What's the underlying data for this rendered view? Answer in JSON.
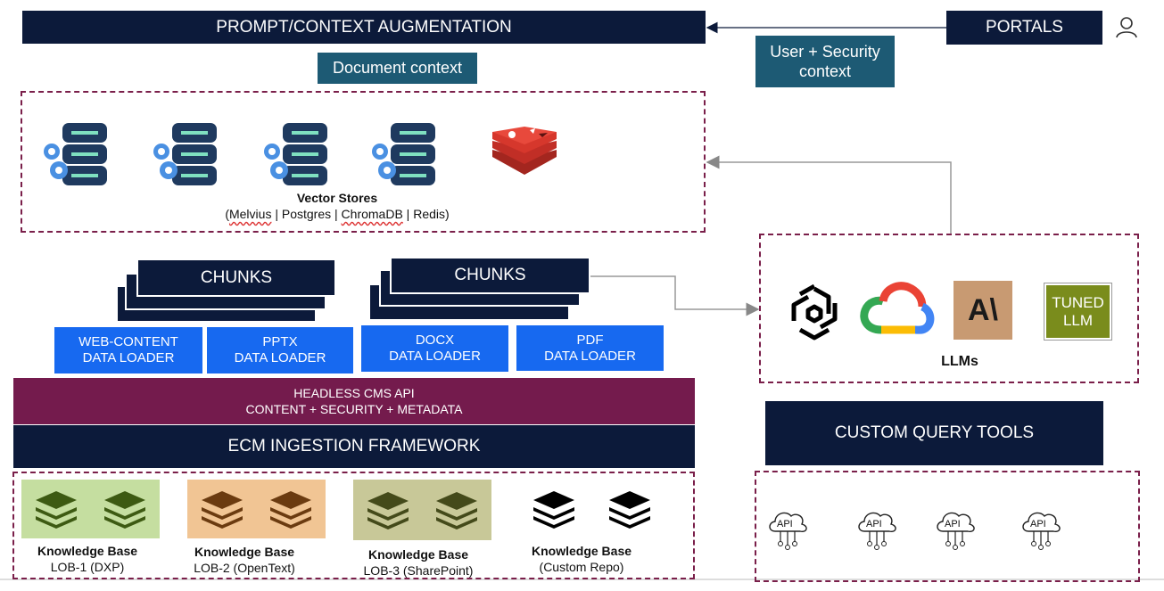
{
  "top": {
    "prompt_bar": "PROMPT/CONTEXT AUGMENTATION",
    "portals": "PORTALS",
    "user_security_line1": "User + Security",
    "user_security_line2": "context",
    "document_context": "Document context"
  },
  "vector_stores": {
    "title": "Vector Stores",
    "subtitle_open": "(",
    "subtitle_items": [
      "Melvius",
      " | Postgres | ",
      "ChromaDB",
      " | Redis)"
    ]
  },
  "chunks": [
    "CHUNKS",
    "CHUNKS"
  ],
  "loaders": [
    {
      "line1": "WEB-CONTENT",
      "line2": "DATA LOADER"
    },
    {
      "line1": "PPTX",
      "line2": "DATA LOADER"
    },
    {
      "line1": "DOCX",
      "line2": "DATA LOADER"
    },
    {
      "line1": "PDF",
      "line2": "DATA LOADER"
    }
  ],
  "cms": {
    "line1": "HEADLESS CMS API",
    "line2": "CONTENT + SECURITY + METADATA"
  },
  "ecm": "ECM INGESTION FRAMEWORK",
  "knowledge_bases": [
    {
      "title": "Knowledge Base",
      "sub": "LOB-1 (DXP)",
      "color": "#c5dea0",
      "icon_color": "#3d5a12"
    },
    {
      "title": "Knowledge Base",
      "sub": "LOB-2 (OpenText)",
      "color": "#f1c594",
      "icon_color": "#6b3b10"
    },
    {
      "title": "Knowledge Base",
      "sub": "LOB-3 (SharePoint)",
      "color": "#c8c898",
      "icon_color": "#444a1a"
    },
    {
      "title": "Knowledge Base",
      "sub": "(Custom Repo)",
      "color": "#ffffff",
      "icon_color": "#000000"
    }
  ],
  "llms": {
    "label": "LLMs",
    "tuned_line1": "TUNED",
    "tuned_line2": "LLM",
    "anthropic_text": "A\\",
    "icons": [
      "openai-icon",
      "google-cloud-icon",
      "anthropic-icon",
      "tuned-llm-badge"
    ]
  },
  "custom_query_tools": "CUSTOM QUERY TOOLS",
  "api_label": "API",
  "colors": {
    "navy": "#0c1a3a",
    "teal": "#1d5a74",
    "blue": "#1769f0",
    "maroon": "#7a1f4a",
    "olive": "#7a8c1c",
    "anthropic_bg": "#c89a72"
  }
}
